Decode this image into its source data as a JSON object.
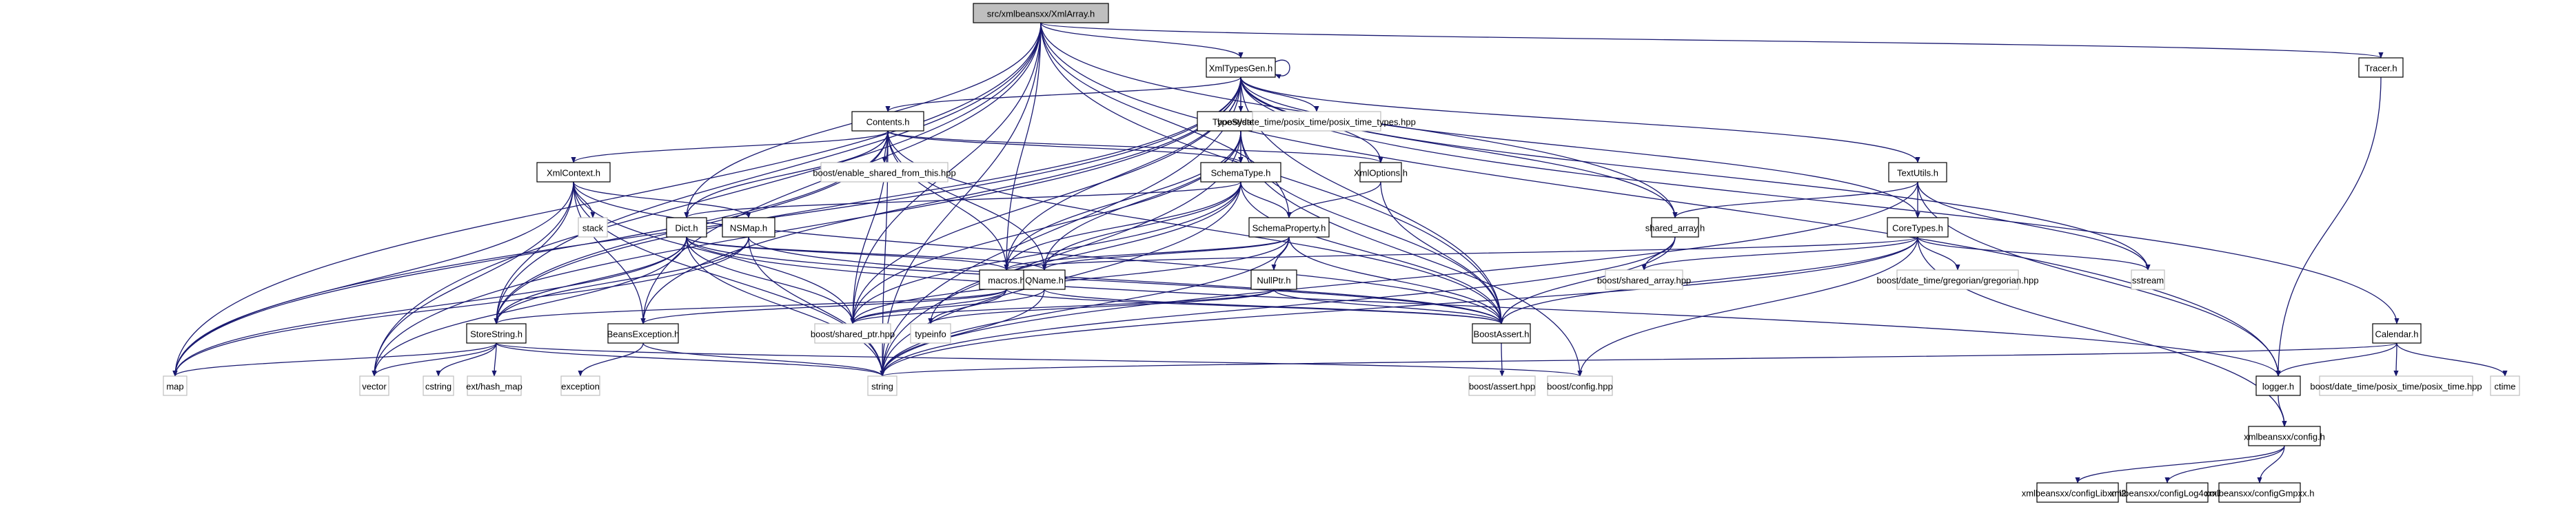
{
  "diagram": {
    "title": "src/xmlbeansxx/XmlArray.h",
    "edge_color": "#191970",
    "root_fill": "#bfbfbf",
    "nodes": [
      {
        "id": "root",
        "label": "src/xmlbeansxx/XmlArray.h",
        "kind": "root"
      },
      {
        "id": "xmltypesgen",
        "label": "XmlTypesGen.h",
        "kind": "header"
      },
      {
        "id": "tracer",
        "label": "Tracer.h",
        "kind": "header"
      },
      {
        "id": "contents",
        "label": "Contents.h",
        "kind": "header"
      },
      {
        "id": "typesystem",
        "label": "TypeSystem.h",
        "kind": "header"
      },
      {
        "id": "posix_time_types",
        "label": "boost/date_time/posix_time/posix_time_types.hpp",
        "kind": "external"
      },
      {
        "id": "xmlcontext",
        "label": "XmlContext.h",
        "kind": "header"
      },
      {
        "id": "enable_shared",
        "label": "boost/enable_shared_from_this.hpp",
        "kind": "external"
      },
      {
        "id": "schematype",
        "label": "SchemaType.h",
        "kind": "header"
      },
      {
        "id": "xmloptions",
        "label": "XmlOptions.h",
        "kind": "header"
      },
      {
        "id": "textutils",
        "label": "TextUtils.h",
        "kind": "header"
      },
      {
        "id": "stack",
        "label": "stack",
        "kind": "external"
      },
      {
        "id": "dict",
        "label": "Dict.h",
        "kind": "header"
      },
      {
        "id": "nsmap",
        "label": "NSMap.h",
        "kind": "header"
      },
      {
        "id": "schemaproperty",
        "label": "SchemaProperty.h",
        "kind": "header"
      },
      {
        "id": "shared_array_h",
        "label": "shared_array.h",
        "kind": "header"
      },
      {
        "id": "coretypes",
        "label": "CoreTypes.h",
        "kind": "header"
      },
      {
        "id": "macros",
        "label": "macros.h",
        "kind": "header"
      },
      {
        "id": "qname",
        "label": "QName.h",
        "kind": "header"
      },
      {
        "id": "nullptr",
        "label": "NullPtr.h",
        "kind": "header"
      },
      {
        "id": "shared_array_hpp",
        "label": "boost/shared_array.hpp",
        "kind": "external"
      },
      {
        "id": "gregorian",
        "label": "boost/date_time/gregorian/gregorian.hpp",
        "kind": "external"
      },
      {
        "id": "sstream",
        "label": "sstream",
        "kind": "external"
      },
      {
        "id": "storestring",
        "label": "StoreString.h",
        "kind": "header"
      },
      {
        "id": "beansexception",
        "label": "BeansException.h",
        "kind": "header"
      },
      {
        "id": "shared_ptr",
        "label": "boost/shared_ptr.hpp",
        "kind": "external"
      },
      {
        "id": "typeinfo",
        "label": "typeinfo",
        "kind": "external"
      },
      {
        "id": "boostassert",
        "label": "BoostAssert.h",
        "kind": "header"
      },
      {
        "id": "calendar",
        "label": "Calendar.h",
        "kind": "header"
      },
      {
        "id": "map",
        "label": "map",
        "kind": "external"
      },
      {
        "id": "vector",
        "label": "vector",
        "kind": "external"
      },
      {
        "id": "cstring",
        "label": "cstring",
        "kind": "external"
      },
      {
        "id": "hash_map",
        "label": "ext/hash_map",
        "kind": "external"
      },
      {
        "id": "exception",
        "label": "exception",
        "kind": "external"
      },
      {
        "id": "string",
        "label": "string",
        "kind": "external"
      },
      {
        "id": "assert_hpp",
        "label": "boost/assert.hpp",
        "kind": "external"
      },
      {
        "id": "config_hpp",
        "label": "boost/config.hpp",
        "kind": "external"
      },
      {
        "id": "logger",
        "label": "logger.h",
        "kind": "header"
      },
      {
        "id": "posix_time",
        "label": "boost/date_time/posix_time/posix_time.hpp",
        "kind": "external"
      },
      {
        "id": "ctime",
        "label": "ctime",
        "kind": "external"
      },
      {
        "id": "config_h",
        "label": "xmlbeansxx/config.h",
        "kind": "header"
      },
      {
        "id": "configlibxml2",
        "label": "xmlbeansxx/configLibxml2.h",
        "kind": "header"
      },
      {
        "id": "configlog4cxx",
        "label": "xmlbeansxx/configLog4cxx.h",
        "kind": "header"
      },
      {
        "id": "configgmpxx",
        "label": "xmlbeansxx/configGmpxx.h",
        "kind": "header"
      }
    ],
    "edges": [
      [
        "root",
        "xmltypesgen"
      ],
      [
        "root",
        "tracer"
      ],
      [
        "root",
        "map"
      ],
      [
        "root",
        "vector"
      ],
      [
        "root",
        "string"
      ],
      [
        "root",
        "dict"
      ],
      [
        "root",
        "macros"
      ],
      [
        "root",
        "shared_ptr"
      ],
      [
        "root",
        "storestring"
      ],
      [
        "root",
        "beansexception"
      ],
      [
        "root",
        "boostassert"
      ],
      [
        "root",
        "shared_array_h"
      ],
      [
        "root",
        "logger"
      ],
      [
        "root",
        "schemaproperty"
      ],
      [
        "xmltypesgen",
        "xmltypesgen"
      ],
      [
        "xmltypesgen",
        "contents"
      ],
      [
        "xmltypesgen",
        "typesystem"
      ],
      [
        "xmltypesgen",
        "posix_time_types"
      ],
      [
        "xmltypesgen",
        "schematype"
      ],
      [
        "xmltypesgen",
        "xmloptions"
      ],
      [
        "xmltypesgen",
        "textutils"
      ],
      [
        "xmltypesgen",
        "coretypes"
      ],
      [
        "xmltypesgen",
        "calendar"
      ],
      [
        "xmltypesgen",
        "macros"
      ],
      [
        "xmltypesgen",
        "map"
      ],
      [
        "xmltypesgen",
        "vector"
      ],
      [
        "xmltypesgen",
        "string"
      ],
      [
        "xmltypesgen",
        "storestring"
      ],
      [
        "xmltypesgen",
        "beansexception"
      ],
      [
        "xmltypesgen",
        "boostassert"
      ],
      [
        "xmltypesgen",
        "sstream"
      ],
      [
        "xmltypesgen",
        "shared_array_h"
      ],
      [
        "xmltypesgen",
        "shared_ptr"
      ],
      [
        "contents",
        "xmlcontext"
      ],
      [
        "contents",
        "enable_shared"
      ],
      [
        "contents",
        "schematype"
      ],
      [
        "contents",
        "dict"
      ],
      [
        "contents",
        "xmloptions"
      ],
      [
        "contents",
        "qname"
      ],
      [
        "contents",
        "macros"
      ],
      [
        "contents",
        "map"
      ],
      [
        "contents",
        "string"
      ],
      [
        "contents",
        "shared_ptr"
      ],
      [
        "contents",
        "boostassert"
      ],
      [
        "contents",
        "storestring"
      ],
      [
        "typesystem",
        "schematype"
      ],
      [
        "typesystem",
        "macros"
      ],
      [
        "typesystem",
        "qname"
      ],
      [
        "typesystem",
        "string"
      ],
      [
        "typesystem",
        "shared_ptr"
      ],
      [
        "typesystem",
        "boostassert"
      ],
      [
        "typesystem",
        "config_hpp"
      ],
      [
        "xmlcontext",
        "stack"
      ],
      [
        "xmlcontext",
        "nsmap"
      ],
      [
        "xmlcontext",
        "map"
      ],
      [
        "xmlcontext",
        "vector"
      ],
      [
        "xmlcontext",
        "storestring"
      ],
      [
        "xmlcontext",
        "beansexception"
      ],
      [
        "xmlcontext",
        "string"
      ],
      [
        "xmlcontext",
        "shared_ptr"
      ],
      [
        "xmlcontext",
        "boostassert"
      ],
      [
        "schematype",
        "schemaproperty"
      ],
      [
        "schematype",
        "macros"
      ],
      [
        "schematype",
        "qname"
      ],
      [
        "schematype",
        "dict"
      ],
      [
        "schematype",
        "typeinfo"
      ],
      [
        "schematype",
        "shared_ptr"
      ],
      [
        "schematype",
        "string"
      ],
      [
        "schematype",
        "boostassert"
      ],
      [
        "xmloptions",
        "schemaproperty"
      ],
      [
        "xmloptions",
        "boostassert"
      ],
      [
        "textutils",
        "coretypes"
      ],
      [
        "textutils",
        "shared_array_h"
      ],
      [
        "textutils",
        "string"
      ],
      [
        "textutils",
        "sstream"
      ],
      [
        "textutils",
        "logger"
      ],
      [
        "dict",
        "qname"
      ],
      [
        "dict",
        "macros"
      ],
      [
        "dict",
        "map"
      ],
      [
        "dict",
        "vector"
      ],
      [
        "dict",
        "storestring"
      ],
      [
        "dict",
        "string"
      ],
      [
        "dict",
        "shared_ptr"
      ],
      [
        "dict",
        "boostassert"
      ],
      [
        "dict",
        "logger"
      ],
      [
        "nsmap",
        "storestring"
      ],
      [
        "nsmap",
        "map"
      ],
      [
        "nsmap",
        "string"
      ],
      [
        "nsmap",
        "boostassert"
      ],
      [
        "schemaproperty",
        "nullptr"
      ],
      [
        "schemaproperty",
        "qname"
      ],
      [
        "schemaproperty",
        "macros"
      ],
      [
        "schemaproperty",
        "shared_ptr"
      ],
      [
        "schemaproperty",
        "string"
      ],
      [
        "schemaproperty",
        "boostassert"
      ],
      [
        "shared_array_h",
        "shared_array_hpp"
      ],
      [
        "shared_array_h",
        "boostassert"
      ],
      [
        "shared_array_h",
        "string"
      ],
      [
        "coretypes",
        "gregorian"
      ],
      [
        "coretypes",
        "sstream"
      ],
      [
        "coretypes",
        "shared_array_hpp"
      ],
      [
        "coretypes",
        "boostassert"
      ],
      [
        "coretypes",
        "macros"
      ],
      [
        "coretypes",
        "string"
      ],
      [
        "coretypes",
        "config_h"
      ],
      [
        "coretypes",
        "config_hpp"
      ],
      [
        "macros",
        "shared_ptr"
      ],
      [
        "macros",
        "typeinfo"
      ],
      [
        "macros",
        "boostassert"
      ],
      [
        "macros",
        "beansexception"
      ],
      [
        "macros",
        "storestring"
      ],
      [
        "qname",
        "string"
      ],
      [
        "qname",
        "shared_ptr"
      ],
      [
        "qname",
        "boostassert"
      ],
      [
        "nullptr",
        "shared_ptr"
      ],
      [
        "nullptr",
        "typeinfo"
      ],
      [
        "nullptr",
        "boostassert"
      ],
      [
        "storestring",
        "map"
      ],
      [
        "storestring",
        "vector"
      ],
      [
        "storestring",
        "cstring"
      ],
      [
        "storestring",
        "hash_map"
      ],
      [
        "storestring",
        "string"
      ],
      [
        "storestring",
        "config_hpp"
      ],
      [
        "beansexception",
        "exception"
      ],
      [
        "beansexception",
        "string"
      ],
      [
        "boostassert",
        "assert_hpp"
      ],
      [
        "calendar",
        "logger"
      ],
      [
        "calendar",
        "posix_time"
      ],
      [
        "calendar",
        "ctime"
      ],
      [
        "calendar",
        "string"
      ],
      [
        "tracer",
        "logger"
      ],
      [
        "logger",
        "config_h"
      ],
      [
        "config_h",
        "configlibxml2"
      ],
      [
        "config_h",
        "configlog4cxx"
      ],
      [
        "config_h",
        "configgmpxx"
      ]
    ]
  }
}
